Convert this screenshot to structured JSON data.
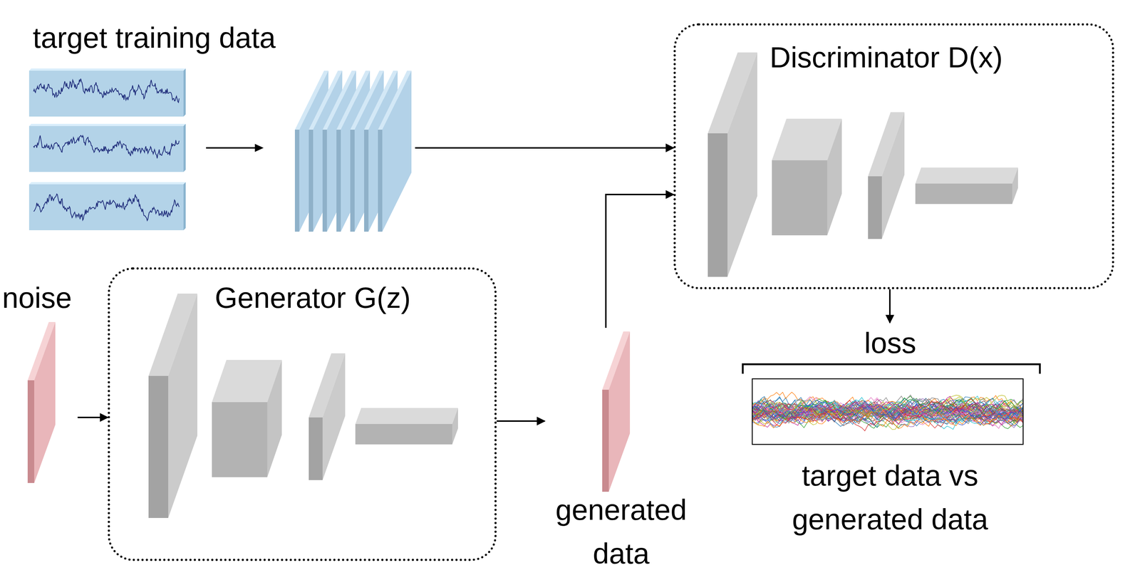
{
  "diagram": {
    "nodes": [
      {
        "text": [
          "target training data"
        ]
      },
      {
        "text": [
          "Discriminator D(x)"
        ]
      },
      {
        "text": [
          "noise"
        ]
      },
      {
        "text": [
          "Generator G(z)"
        ]
      },
      {
        "text": [
          "generated data"
        ]
      },
      {
        "text": [
          "loss",
          "target data vs generated data"
        ]
      }
    ],
    "edges": [
      {
        "from": 0,
        "to": 1,
        "arrow": "to"
      },
      {
        "from": 2,
        "to": 3,
        "arrow": "to"
      },
      {
        "from": 3,
        "to": 4,
        "arrow": "to"
      },
      {
        "from": 4,
        "to": 1,
        "arrow": "to"
      },
      {
        "from": 1,
        "to": 5,
        "arrow": "to"
      }
    ]
  }
}
